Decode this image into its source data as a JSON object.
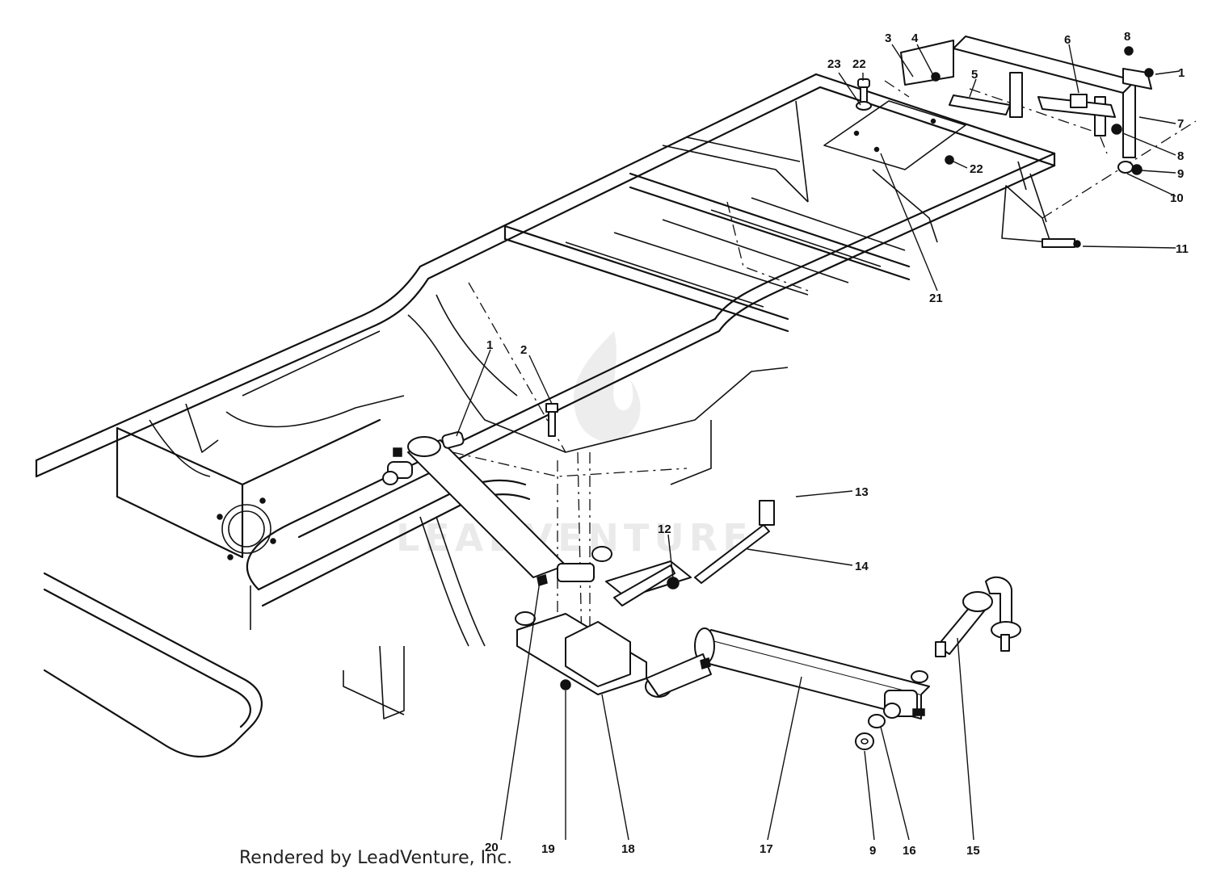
{
  "watermark": {
    "text": "LEADVENTURE"
  },
  "footer": {
    "credit": "Rendered by LeadVenture, Inc."
  },
  "callouts": [
    {
      "id": "c1a",
      "label": "1"
    },
    {
      "id": "c1b",
      "label": "1"
    },
    {
      "id": "c2",
      "label": "2"
    },
    {
      "id": "c3",
      "label": "3"
    },
    {
      "id": "c4",
      "label": "4"
    },
    {
      "id": "c5",
      "label": "5"
    },
    {
      "id": "c6",
      "label": "6"
    },
    {
      "id": "c7",
      "label": "7"
    },
    {
      "id": "c8a",
      "label": "8"
    },
    {
      "id": "c8b",
      "label": "8"
    },
    {
      "id": "c9a",
      "label": "9"
    },
    {
      "id": "c9b",
      "label": "9"
    },
    {
      "id": "c10",
      "label": "10"
    },
    {
      "id": "c11",
      "label": "11"
    },
    {
      "id": "c12",
      "label": "12"
    },
    {
      "id": "c13",
      "label": "13"
    },
    {
      "id": "c14",
      "label": "14"
    },
    {
      "id": "c15",
      "label": "15"
    },
    {
      "id": "c16",
      "label": "16"
    },
    {
      "id": "c17",
      "label": "17"
    },
    {
      "id": "c18",
      "label": "18"
    },
    {
      "id": "c19",
      "label": "19"
    },
    {
      "id": "c20",
      "label": "20"
    },
    {
      "id": "c21",
      "label": "21"
    },
    {
      "id": "c22a",
      "label": "22"
    },
    {
      "id": "c22b",
      "label": "22"
    },
    {
      "id": "c23",
      "label": "23"
    }
  ]
}
